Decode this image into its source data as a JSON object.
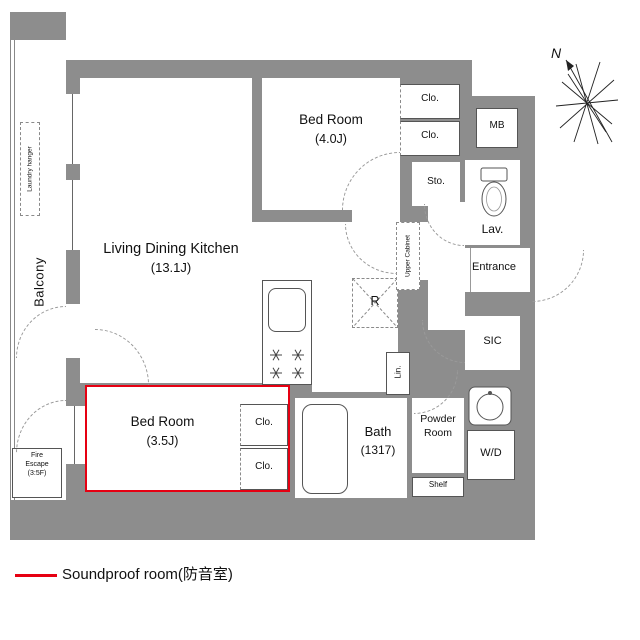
{
  "legend": {
    "swatch_color": "#e60012",
    "label": "Soundproof room(防音室)"
  },
  "compass": {
    "north_label": "N"
  },
  "rooms": {
    "balcony": "Balcony",
    "laundry_hanger": "Laundry hanger",
    "ldk_name": "Living Dining Kitchen",
    "ldk_size": "(13.1J)",
    "bedroom1_name": "Bed Room",
    "bedroom1_size": "(4.0J)",
    "bedroom2_name": "Bed Room",
    "bedroom2_size": "(3.5J)",
    "bath_name": "Bath",
    "bath_size": "(1317)",
    "powder_line1": "Powder",
    "powder_line2": "Room",
    "lavatory": "Lav.",
    "entrance": "Entrance",
    "sic": "SIC",
    "storage": "Sto.",
    "closet": "Clo.",
    "mb": "MB",
    "refrigerator": "R",
    "upper_cabinet": "Upper Cabinet",
    "washer_dryer": "W/D",
    "linen": "Lin.",
    "shelf": "Shelf",
    "fire_escape_line1": "Fire",
    "fire_escape_line2": "Escape",
    "fire_escape_line3": "(3:5F)"
  },
  "colors": {
    "wall": "#8d8d8d",
    "soundproof_outline": "#e60012",
    "line": "#555555"
  }
}
